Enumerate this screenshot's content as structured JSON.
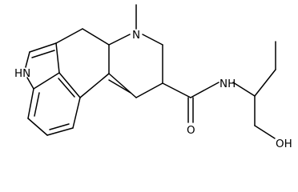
{
  "diagram": {
    "type": "chemical-structure",
    "atom_labels": {
      "indole_nh": "HN",
      "ring_n": "N",
      "amide_nh": "NH",
      "carbonyl_o": "O",
      "hydroxyl": "OH"
    },
    "colors": {
      "bond": "#000000",
      "background": "#ffffff"
    }
  }
}
